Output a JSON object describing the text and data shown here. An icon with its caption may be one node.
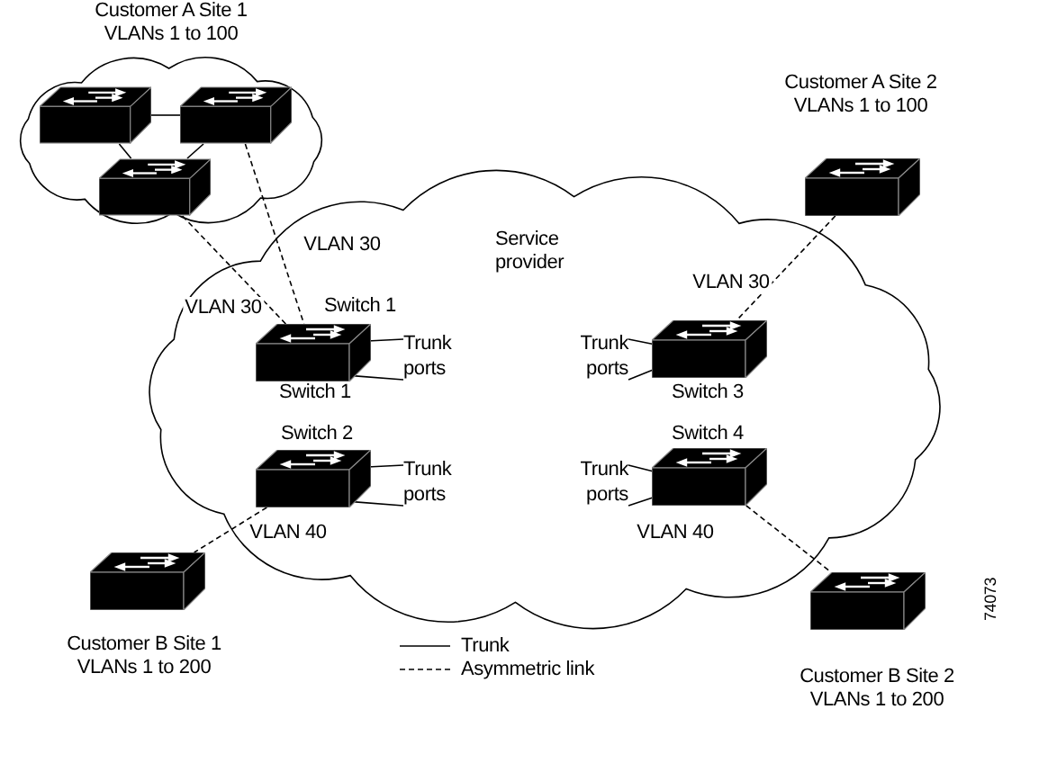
{
  "diagram": {
    "nodes": [
      {
        "text": [
          "Customer A Site 1 VLANs 1 to 100"
        ]
      },
      {
        "text": [],
        "shape": "switch",
        "in": 0
      },
      {
        "text": [],
        "shape": "switch",
        "in": 0
      },
      {
        "text": [],
        "shape": "switch",
        "in": 0
      },
      {
        "text": [
          "Service provider"
        ]
      },
      {
        "text": [],
        "shape": "switch",
        "in": 4,
        "beside": [
          "Switch 1",
          "Switch 1"
        ]
      },
      {
        "text": [
          "Trunk ports"
        ],
        "in": 4
      },
      {
        "text": [],
        "shape": "switch",
        "in": 4,
        "beside": [
          "Switch 3"
        ]
      },
      {
        "text": [
          "Trunk ports"
        ],
        "in": 4
      },
      {
        "text": [],
        "shape": "switch",
        "in": 4,
        "beside": [
          "Switch 2"
        ]
      },
      {
        "text": [
          "Trunk ports"
        ],
        "in": 4
      },
      {
        "text": [],
        "shape": "switch",
        "in": 4,
        "beside": [
          "Switch 4"
        ]
      },
      {
        "text": [
          "Trunk ports"
        ],
        "in": 4
      },
      {
        "text": [],
        "shape": "switch",
        "beside": [
          "Customer A Site 2 VLANs 1 to 100"
        ]
      },
      {
        "text": [],
        "shape": "switch",
        "beside": [
          "Customer B Site 1 VLANs 1 to 200"
        ]
      },
      {
        "text": [],
        "shape": "switch",
        "beside": [
          "Customer B Site 2 VLANs 1 to 200"
        ]
      }
    ],
    "edges": [
      {
        "from": 1,
        "to": 2,
        "arrow": "none"
      },
      {
        "from": 1,
        "to": 3,
        "arrow": "none"
      },
      {
        "from": 2,
        "to": 3,
        "arrow": "none"
      },
      {
        "from": 3,
        "to": 5,
        "arrow": "none",
        "label": "VLAN 30",
        "style": "dashed"
      },
      {
        "from": 2,
        "to": 5,
        "arrow": "none",
        "label": "VLAN 30",
        "style": "dashed"
      },
      {
        "from": 13,
        "to": 7,
        "arrow": "none",
        "label": "VLAN 30",
        "style": "dashed"
      },
      {
        "from": 9,
        "to": 14,
        "arrow": "none",
        "label": "VLAN 40",
        "style": "dashed"
      },
      {
        "from": 11,
        "to": 15,
        "arrow": "none",
        "label": "VLAN 40",
        "style": "dashed"
      },
      {
        "from": 6,
        "to": 5,
        "arrow": "none"
      },
      {
        "from": 6,
        "to": 5,
        "arrow": "none"
      },
      {
        "from": 8,
        "to": 7,
        "arrow": "none"
      },
      {
        "from": 8,
        "to": 7,
        "arrow": "none"
      },
      {
        "from": 10,
        "to": 9,
        "arrow": "none"
      },
      {
        "from": 10,
        "to": 9,
        "arrow": "none"
      },
      {
        "from": 12,
        "to": 11,
        "arrow": "none"
      },
      {
        "from": 12,
        "to": 11,
        "arrow": "none"
      }
    ],
    "labels": [
      "74073"
    ],
    "legend": [
      {
        "text": "Trunk"
      },
      {
        "text": "Asymmetric link"
      }
    ]
  }
}
